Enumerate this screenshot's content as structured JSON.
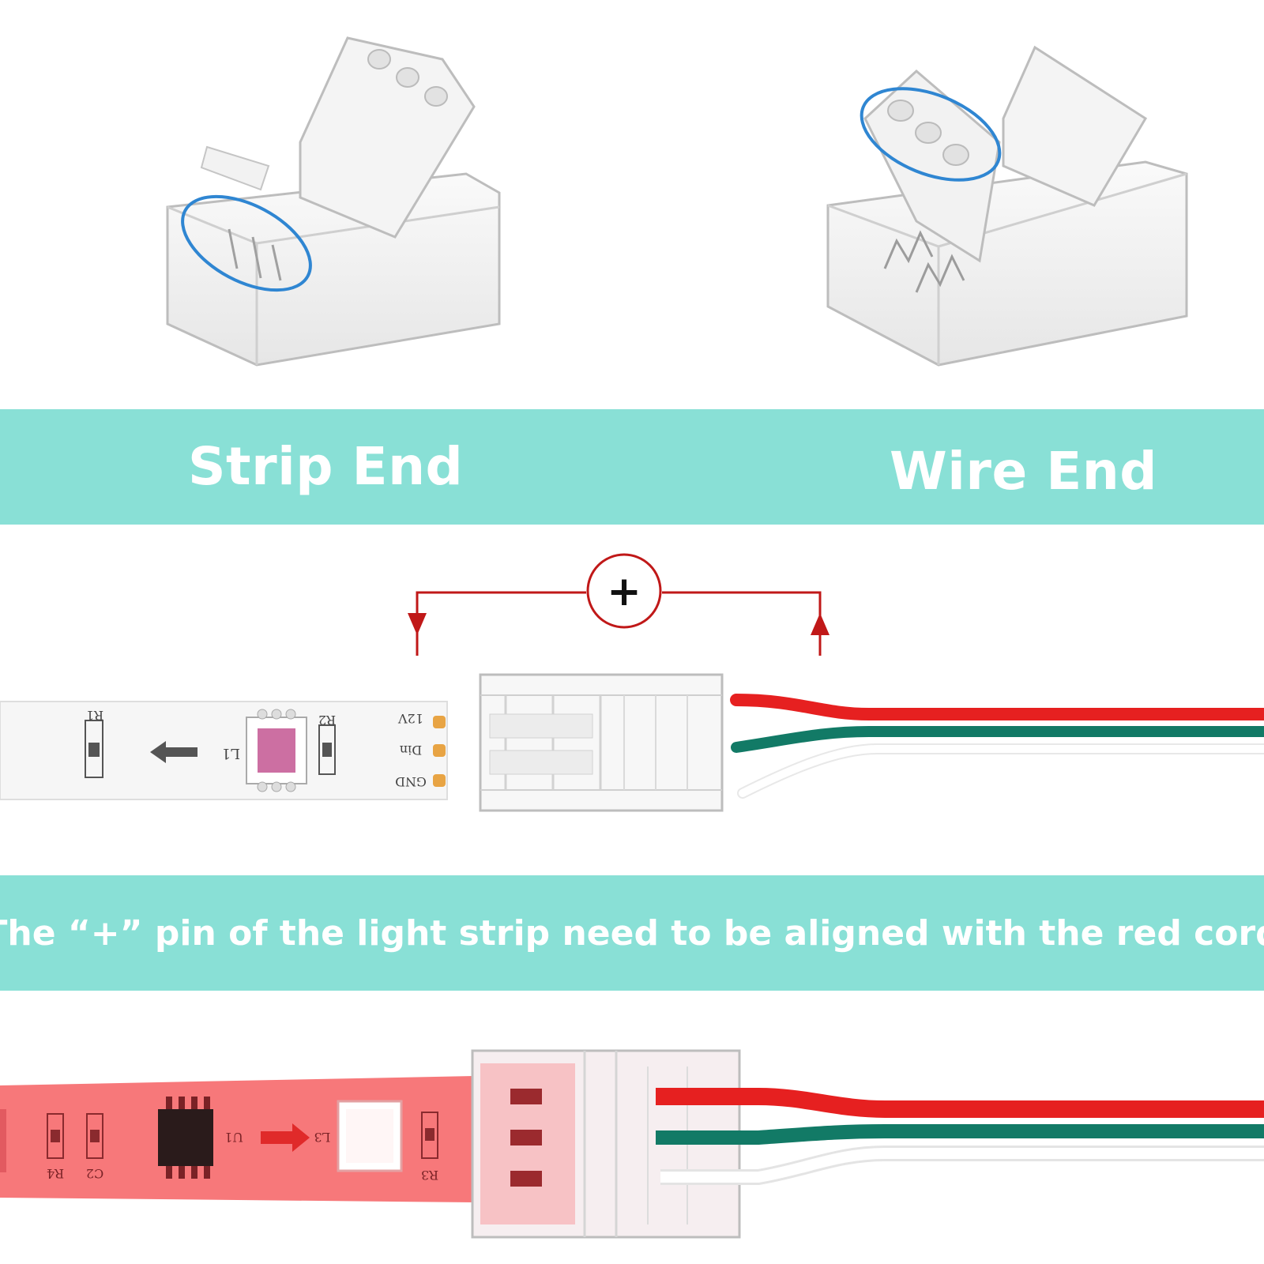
{
  "labels": {
    "strip_end": "Strip End",
    "wire_end": "Wire End",
    "alignment_note": "The “+” pin of the light strip need to be aligned with the red cord"
  },
  "diagram": {
    "polarity_symbol": "+",
    "strip_pads": [
      "12V",
      "Din",
      "GND"
    ],
    "strip_markings": [
      "R1",
      "R2",
      "L1"
    ],
    "lit_strip_markings": [
      "R4",
      "C2",
      "U1",
      "L3",
      "R3"
    ]
  },
  "colors": {
    "band": "#89e0d6",
    "red_wire": "#e62020",
    "green_wire": "#127a66",
    "white_wire": "#f2f2f2",
    "annotation_red": "#c01818",
    "lit_strip": "#f7787a"
  }
}
